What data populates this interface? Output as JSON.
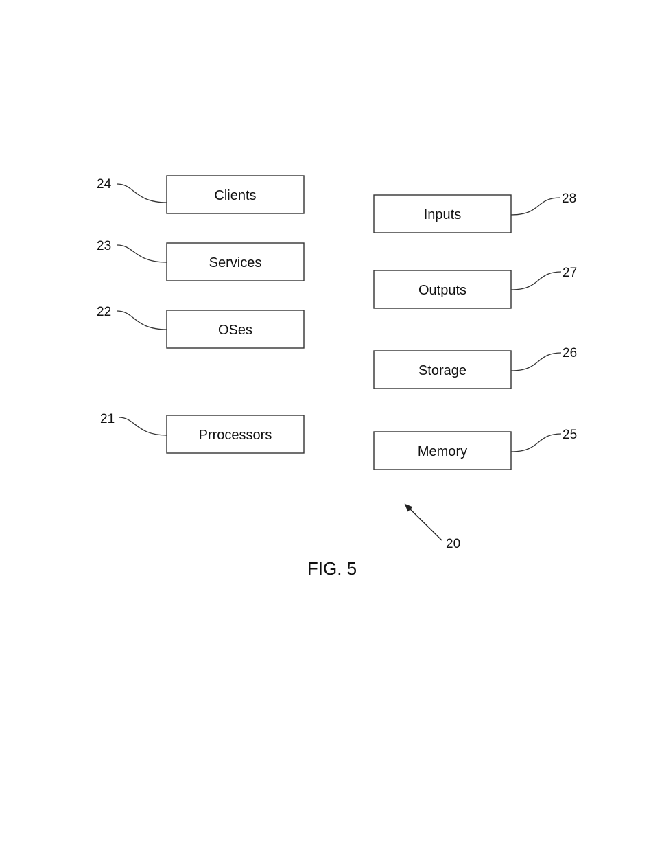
{
  "figure": {
    "caption": "FIG. 5",
    "system_ref": "20"
  },
  "boxes": [
    {
      "key": "clients",
      "label": "Clients",
      "ref": "24"
    },
    {
      "key": "services",
      "label": "Services",
      "ref": "23"
    },
    {
      "key": "oses",
      "label": "OSes",
      "ref": "22"
    },
    {
      "key": "processors",
      "label": "Prrocessors",
      "ref": "21"
    },
    {
      "key": "inputs",
      "label": "Inputs",
      "ref": "28"
    },
    {
      "key": "outputs",
      "label": "Outputs",
      "ref": "27"
    },
    {
      "key": "storage",
      "label": "Storage",
      "ref": "26"
    },
    {
      "key": "memory",
      "label": "Memory",
      "ref": "25"
    }
  ]
}
